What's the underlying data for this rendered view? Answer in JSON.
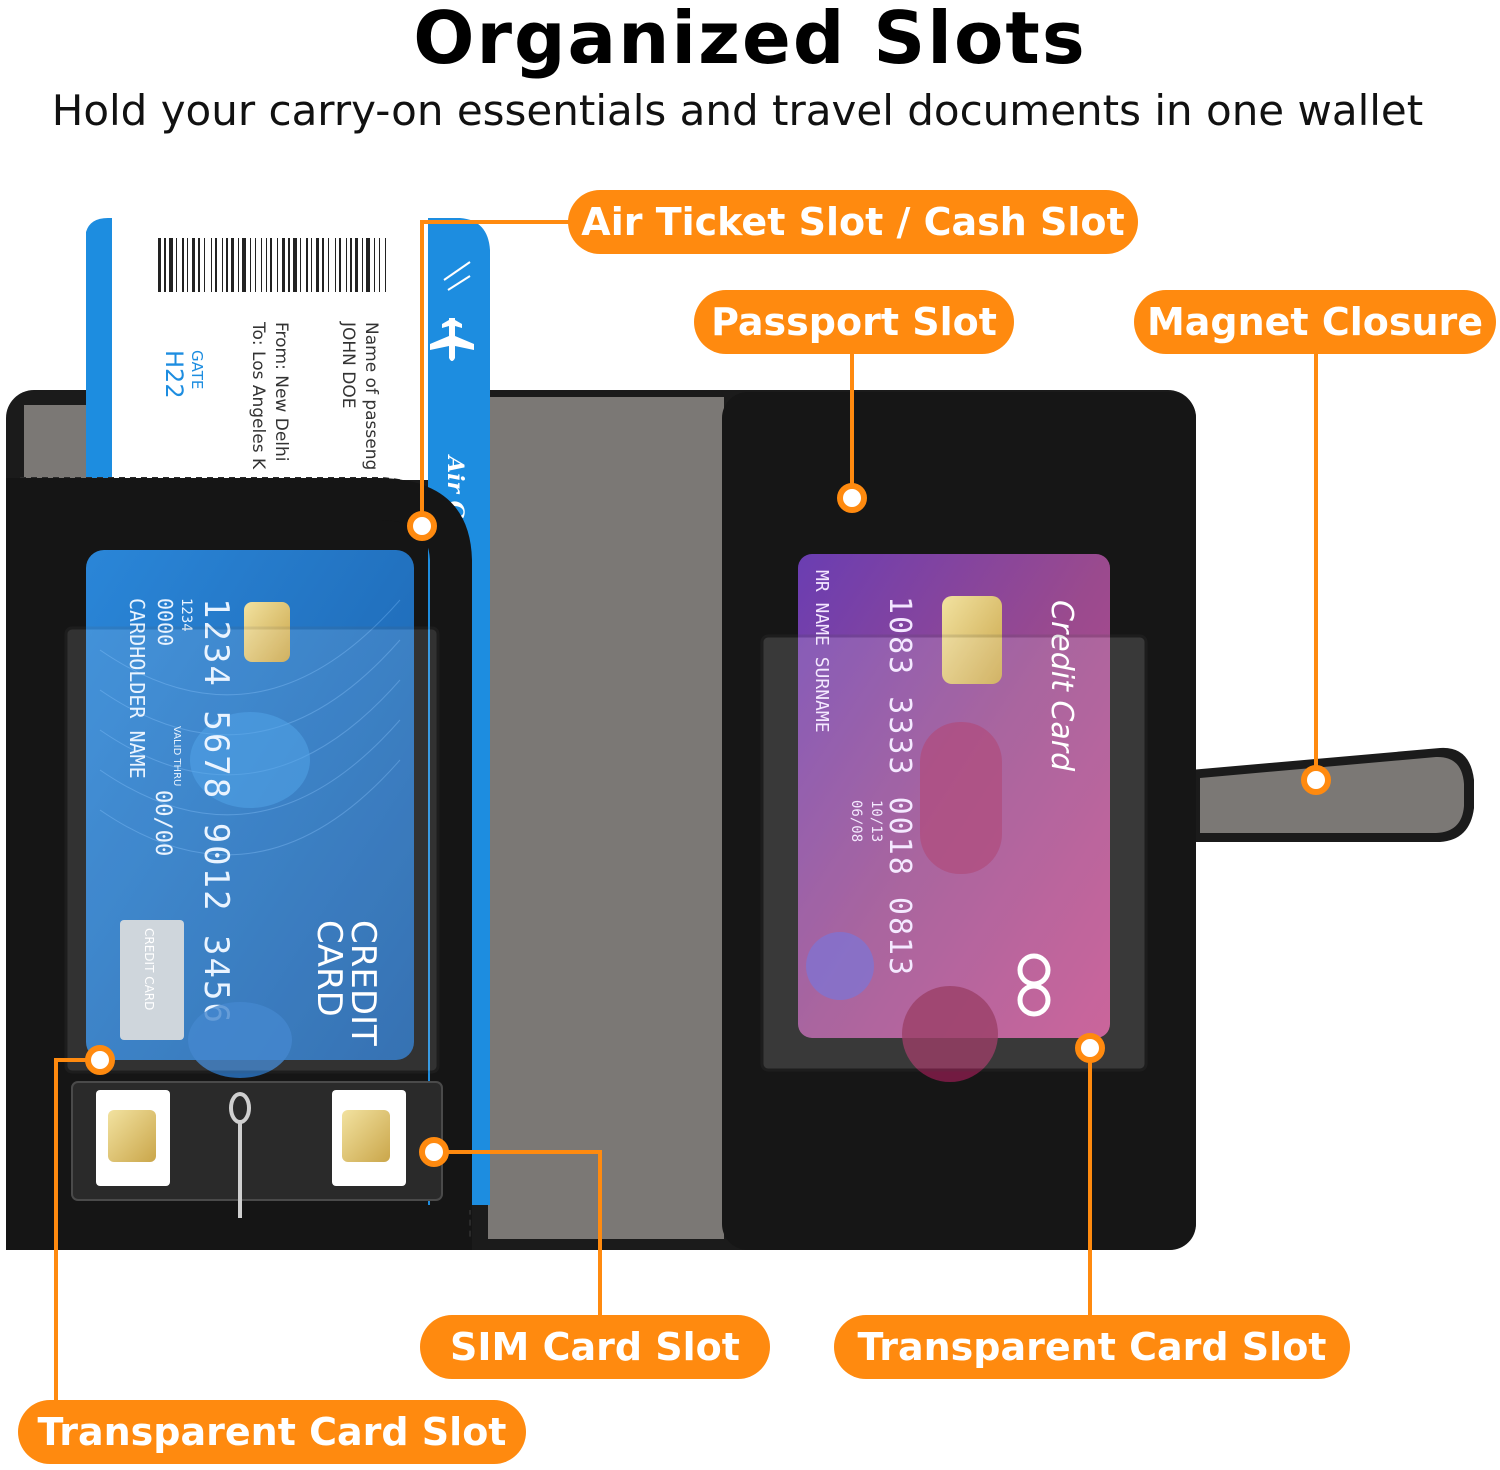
{
  "header": {
    "title": "Organized Slots",
    "subtitle": "Hold your carry-on essentials and travel documents in one wallet"
  },
  "callouts": {
    "air_ticket": "Air Ticket Slot / Cash Slot",
    "passport": "Passport Slot",
    "magnet": "Magnet Closure",
    "sim": "SIM Card Slot",
    "transparent_right": "Transparent Card Slot",
    "transparent_left": "Transparent Card Slot"
  },
  "ticket": {
    "passenger_label": "Name of passeng",
    "passenger_name": "JOHN DOE",
    "from": "From: New Delhi",
    "to": "To: Los Angeles K",
    "gate_label": "GATE",
    "gate": "H22",
    "airline": "Air Ca"
  },
  "blue_card": {
    "number": "1234 5678 9012 3456",
    "small_number": "1234",
    "code": "0000",
    "holder": "CARDHOLDER NAME",
    "valid_label": "VALID THRU",
    "expiry": "00/00",
    "brand_line1": "CREDIT",
    "brand_line2": "CARD",
    "hologram": "CREDIT CARD"
  },
  "purple_card": {
    "brand": "Credit Card",
    "number": "1083 3333 0018 0813",
    "holder": "MR NAME SURNAME",
    "valid_from": "06/08",
    "expires": "10/13"
  },
  "colors": {
    "accent": "#ff8a0f",
    "leather": "#1b1b1b",
    "lining": "#7b7875",
    "blue_card": "#1f6fc4",
    "purple_card": "#8a3f8f"
  }
}
